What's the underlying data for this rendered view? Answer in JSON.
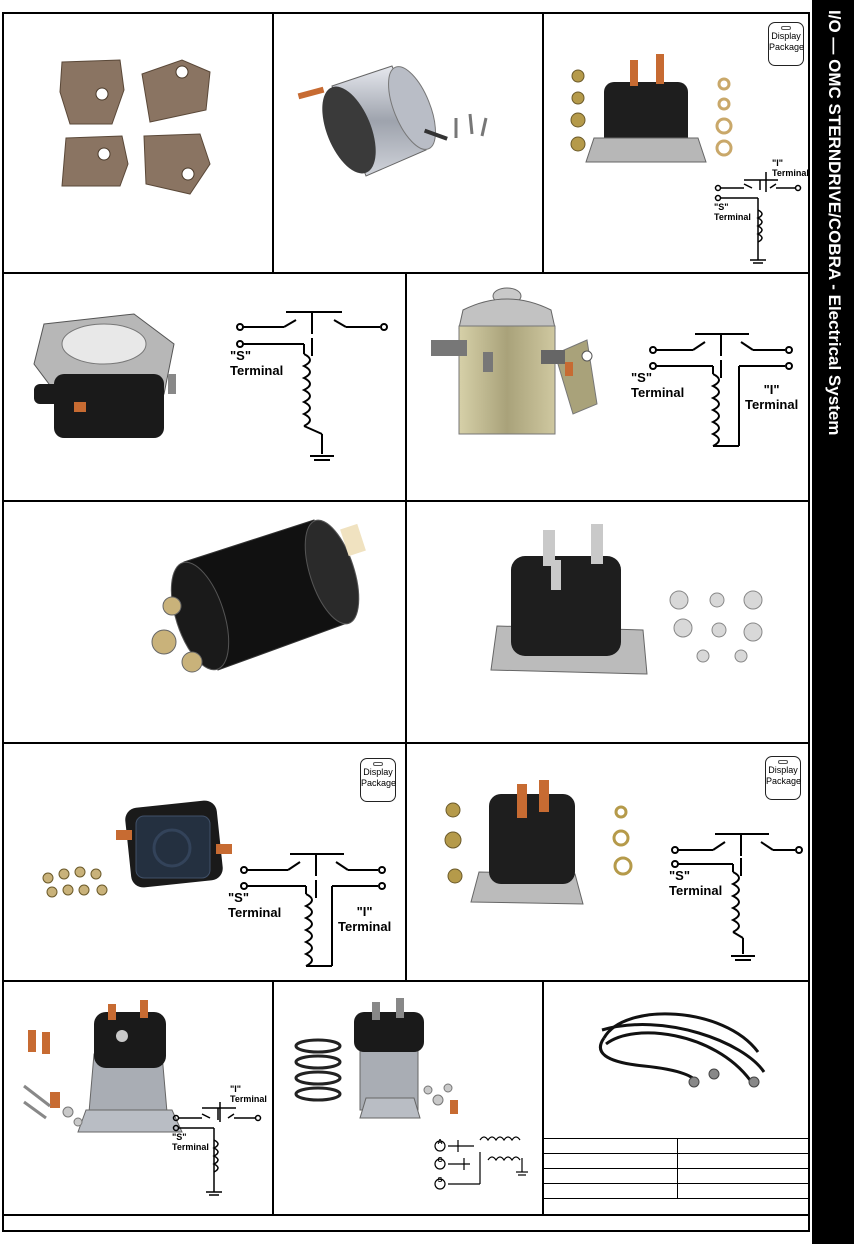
{
  "sidebar": {
    "title": "I/O — OMC STERNDRIVE/COBRA - Electrical System"
  },
  "badges": {
    "display_package": "Display Package"
  },
  "terminals": {
    "s": "\"S\"",
    "i": "\"I\"",
    "terminal": "Terminal"
  },
  "wiring": {
    "a": "A",
    "c": "C",
    "s": "S"
  },
  "bottom_table": {
    "rows": [
      [
        "",
        ""
      ],
      [
        "",
        ""
      ],
      [
        "",
        ""
      ],
      [
        "",
        ""
      ]
    ]
  },
  "footer": {
    "text": ""
  },
  "icons": [
    "brush-set-icon",
    "starter-solenoid-icon",
    "solenoid-kit-icon",
    "battery-cable-icon",
    "schematic-diagram"
  ]
}
